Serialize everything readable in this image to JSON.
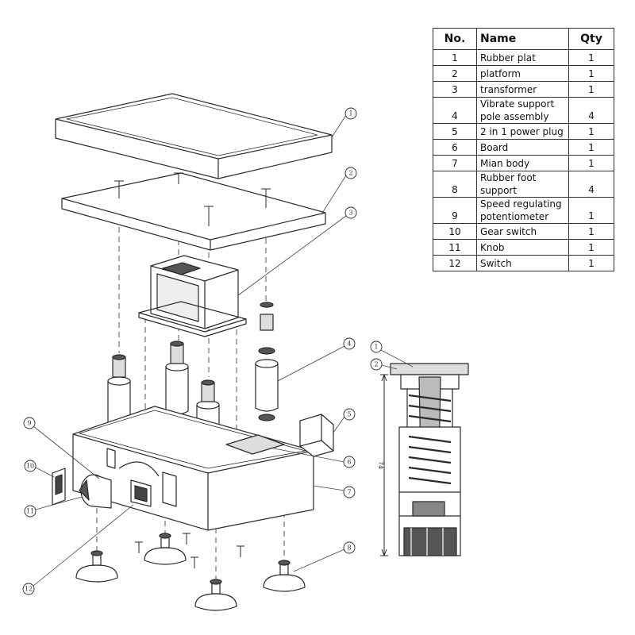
{
  "table": {
    "headers": {
      "no": "No.",
      "name": "Name",
      "qty": "Qty"
    },
    "rows": [
      {
        "no": "1",
        "name": "Rubber plat",
        "qty": "1"
      },
      {
        "no": "2",
        "name": "platform",
        "qty": "1"
      },
      {
        "no": "3",
        "name": "transformer",
        "qty": "1"
      },
      {
        "no": "4",
        "name": "Vibrate support pole assembly",
        "qty": "4"
      },
      {
        "no": "5",
        "name": "2 in 1 power plug",
        "qty": "1"
      },
      {
        "no": "6",
        "name": "Board",
        "qty": "1"
      },
      {
        "no": "7",
        "name": "Mian body",
        "qty": "1"
      },
      {
        "no": "8",
        "name": "Rubber foot support",
        "qty": "4"
      },
      {
        "no": "9",
        "name": "Speed regulating potentiometer",
        "qty": "1"
      },
      {
        "no": "10",
        "name": "Gear switch",
        "qty": "1"
      },
      {
        "no": "11",
        "name": "Knob",
        "qty": "1"
      },
      {
        "no": "12",
        "name": "Switch",
        "qty": "1"
      }
    ]
  },
  "callouts": [
    "1",
    "2",
    "3",
    "4",
    "5",
    "6",
    "7",
    "8",
    "9",
    "10",
    "11",
    "12"
  ],
  "section_callouts": [
    "1",
    "2"
  ],
  "dimension_label": "74",
  "colors": {
    "line": "#2a2a2a",
    "fill": "#ffffff",
    "shade": "#e6e6e6",
    "dark": "#555555"
  }
}
